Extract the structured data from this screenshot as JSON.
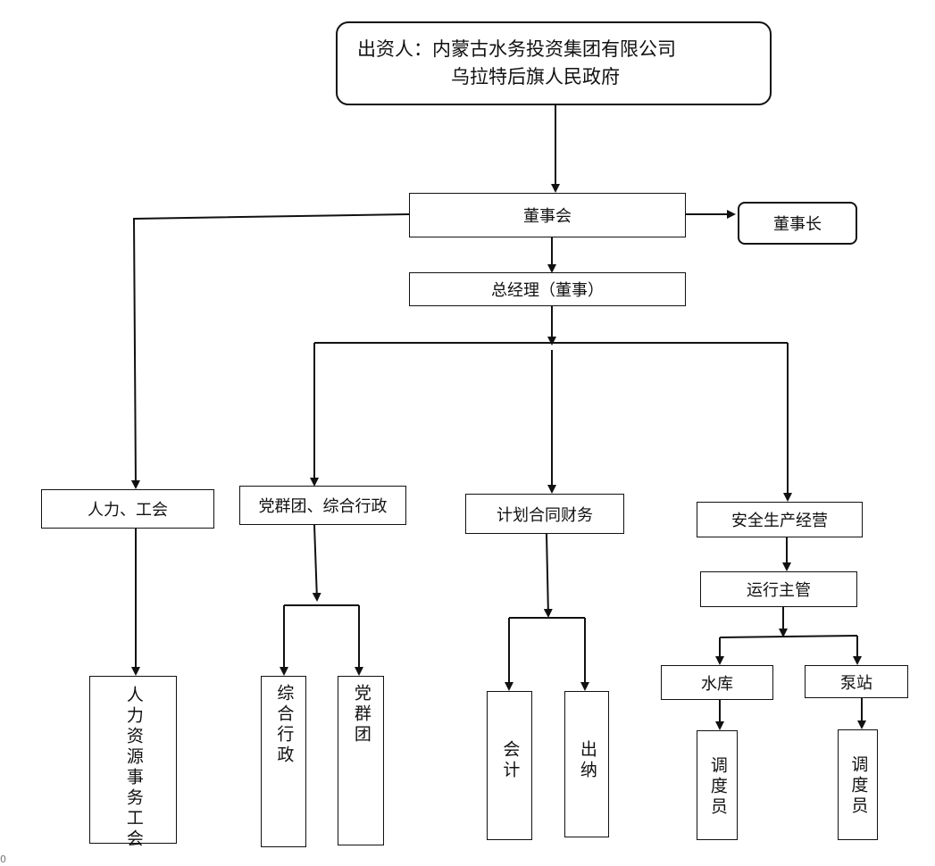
{
  "investor": {
    "line1": "出资人：内蒙古水务投资集团有限公司",
    "line2": "乌拉特后旗人民政府"
  },
  "board": "董事会",
  "chairman": "董事长",
  "general_manager": "总经理（董事）",
  "departments": {
    "hr_union": "人力、工会",
    "party_admin": "党群团、综合行政",
    "finance": "计划合同财务",
    "safety_ops": "安全生产经营"
  },
  "ops_supervisor": "运行主管",
  "sub_units": {
    "hr_affairs": "人力资源事务工会",
    "general_admin": "综合行政",
    "party_group": "党群团",
    "accounting": "会计",
    "cashier": "出纳",
    "reservoir": "水库",
    "pump_station": "泵站",
    "dispatcher_reservoir": "调度员",
    "dispatcher_pump": "调度员"
  },
  "page_number": "0"
}
